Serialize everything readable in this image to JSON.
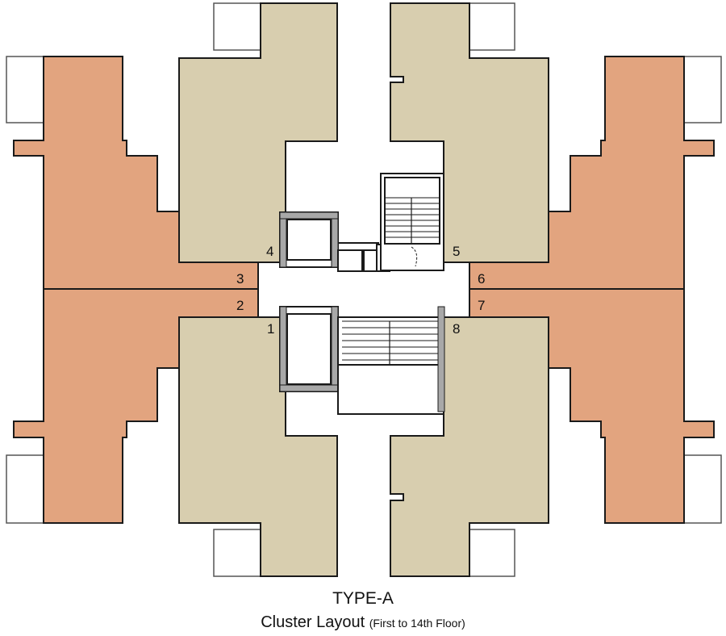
{
  "plan": {
    "colors": {
      "beige_unit": "#d8ceaf",
      "orange_unit": "#e2a47f",
      "outline": "#1a1a1a",
      "balcony": "#ffffff",
      "core_grey": "#a8a8a8"
    },
    "unit_labels": {
      "u1": "1",
      "u2": "2",
      "u3": "3",
      "u4": "4",
      "u5": "5",
      "u6": "6",
      "u7": "7",
      "u8": "8"
    }
  },
  "caption": {
    "type_label": "TYPE-A",
    "title": "Cluster Layout",
    "subtitle": "(First to 14th Floor)"
  }
}
